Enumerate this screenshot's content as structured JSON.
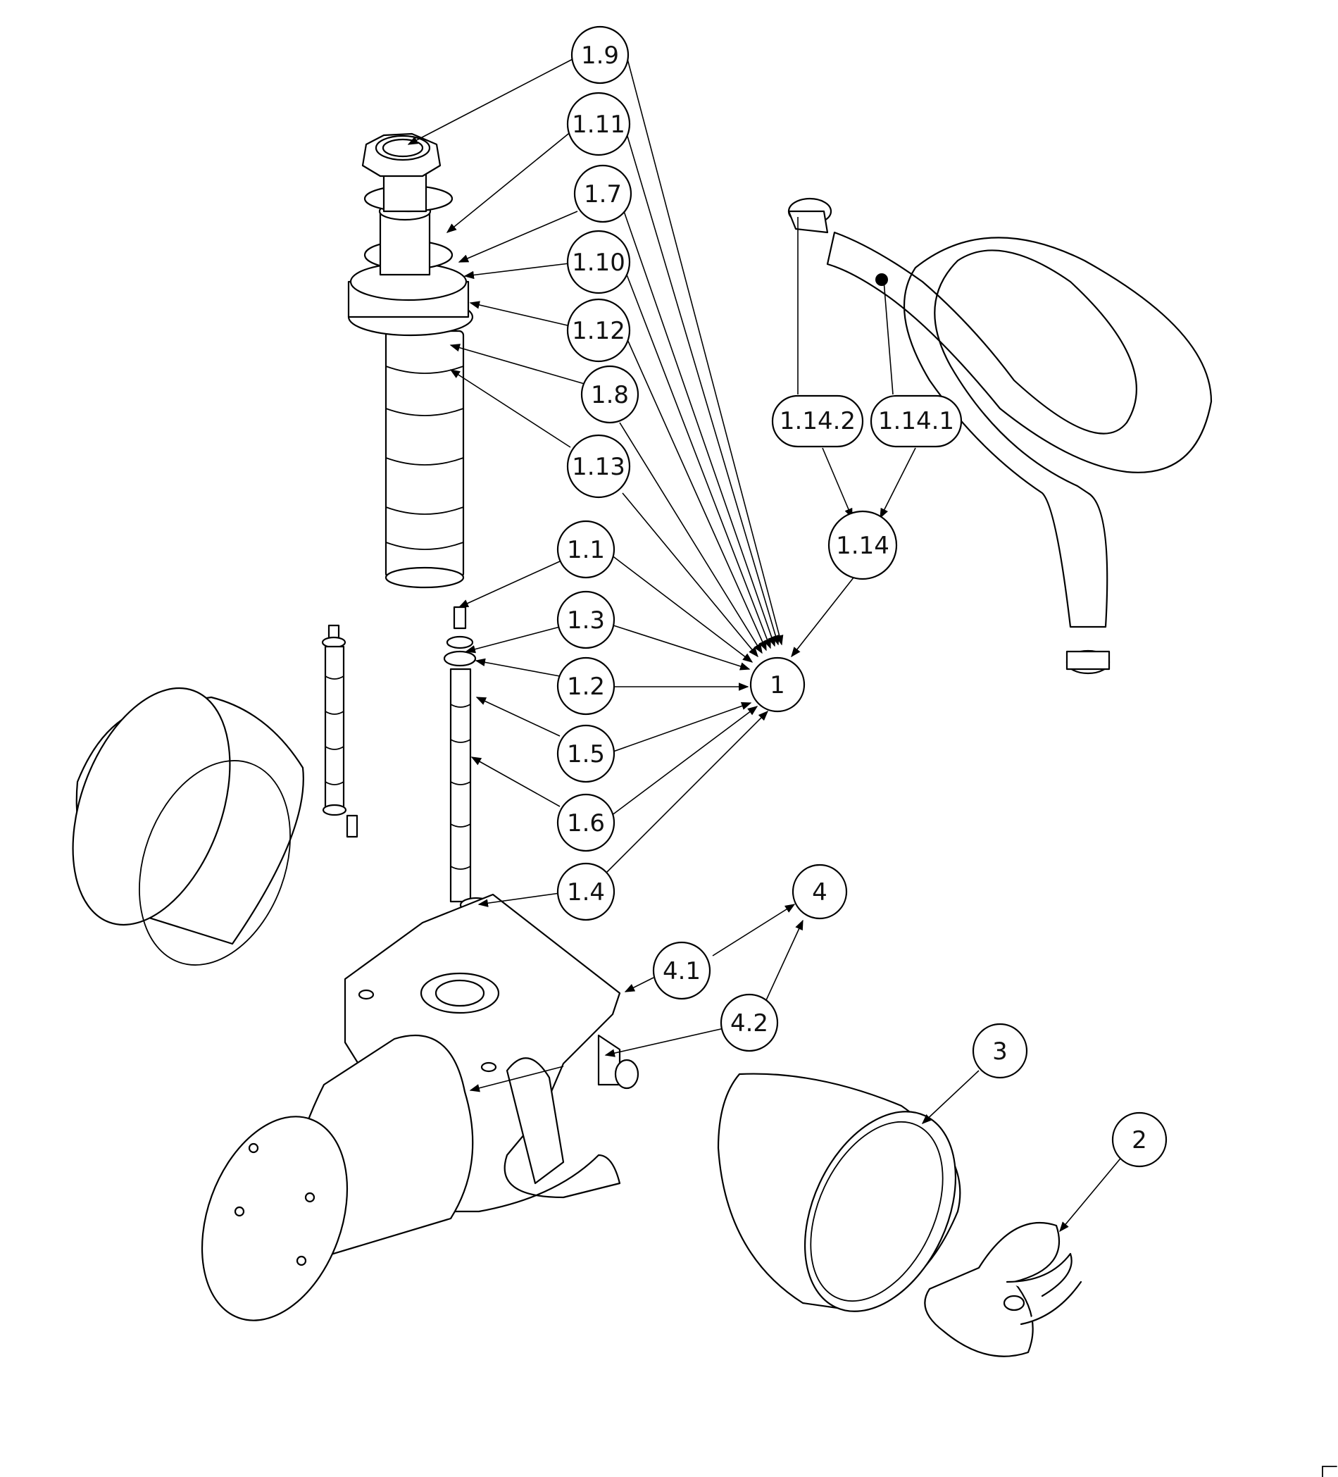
{
  "callouts": [
    {
      "id": "1.9",
      "label": "1.9"
    },
    {
      "id": "1.11",
      "label": "1.11"
    },
    {
      "id": "1.7",
      "label": "1.7"
    },
    {
      "id": "1.10",
      "label": "1.10"
    },
    {
      "id": "1.12",
      "label": "1.12"
    },
    {
      "id": "1.8",
      "label": "1.8"
    },
    {
      "id": "1.13",
      "label": "1.13"
    },
    {
      "id": "1.1",
      "label": "1.1"
    },
    {
      "id": "1.3",
      "label": "1.3"
    },
    {
      "id": "1.2",
      "label": "1.2"
    },
    {
      "id": "1.5",
      "label": "1.5"
    },
    {
      "id": "1.6",
      "label": "1.6"
    },
    {
      "id": "1.4",
      "label": "1.4"
    },
    {
      "id": "1",
      "label": "1"
    },
    {
      "id": "1.14.2",
      "label": "1.14.2"
    },
    {
      "id": "1.14.1",
      "label": "1.14.1"
    },
    {
      "id": "1.14",
      "label": "1.14"
    },
    {
      "id": "4",
      "label": "4"
    },
    {
      "id": "4.1",
      "label": "4.1"
    },
    {
      "id": "4.2",
      "label": "4.2"
    },
    {
      "id": "3",
      "label": "3"
    },
    {
      "id": "2",
      "label": "2"
    }
  ],
  "colors": {
    "line": "#000000",
    "background": "#ffffff"
  }
}
